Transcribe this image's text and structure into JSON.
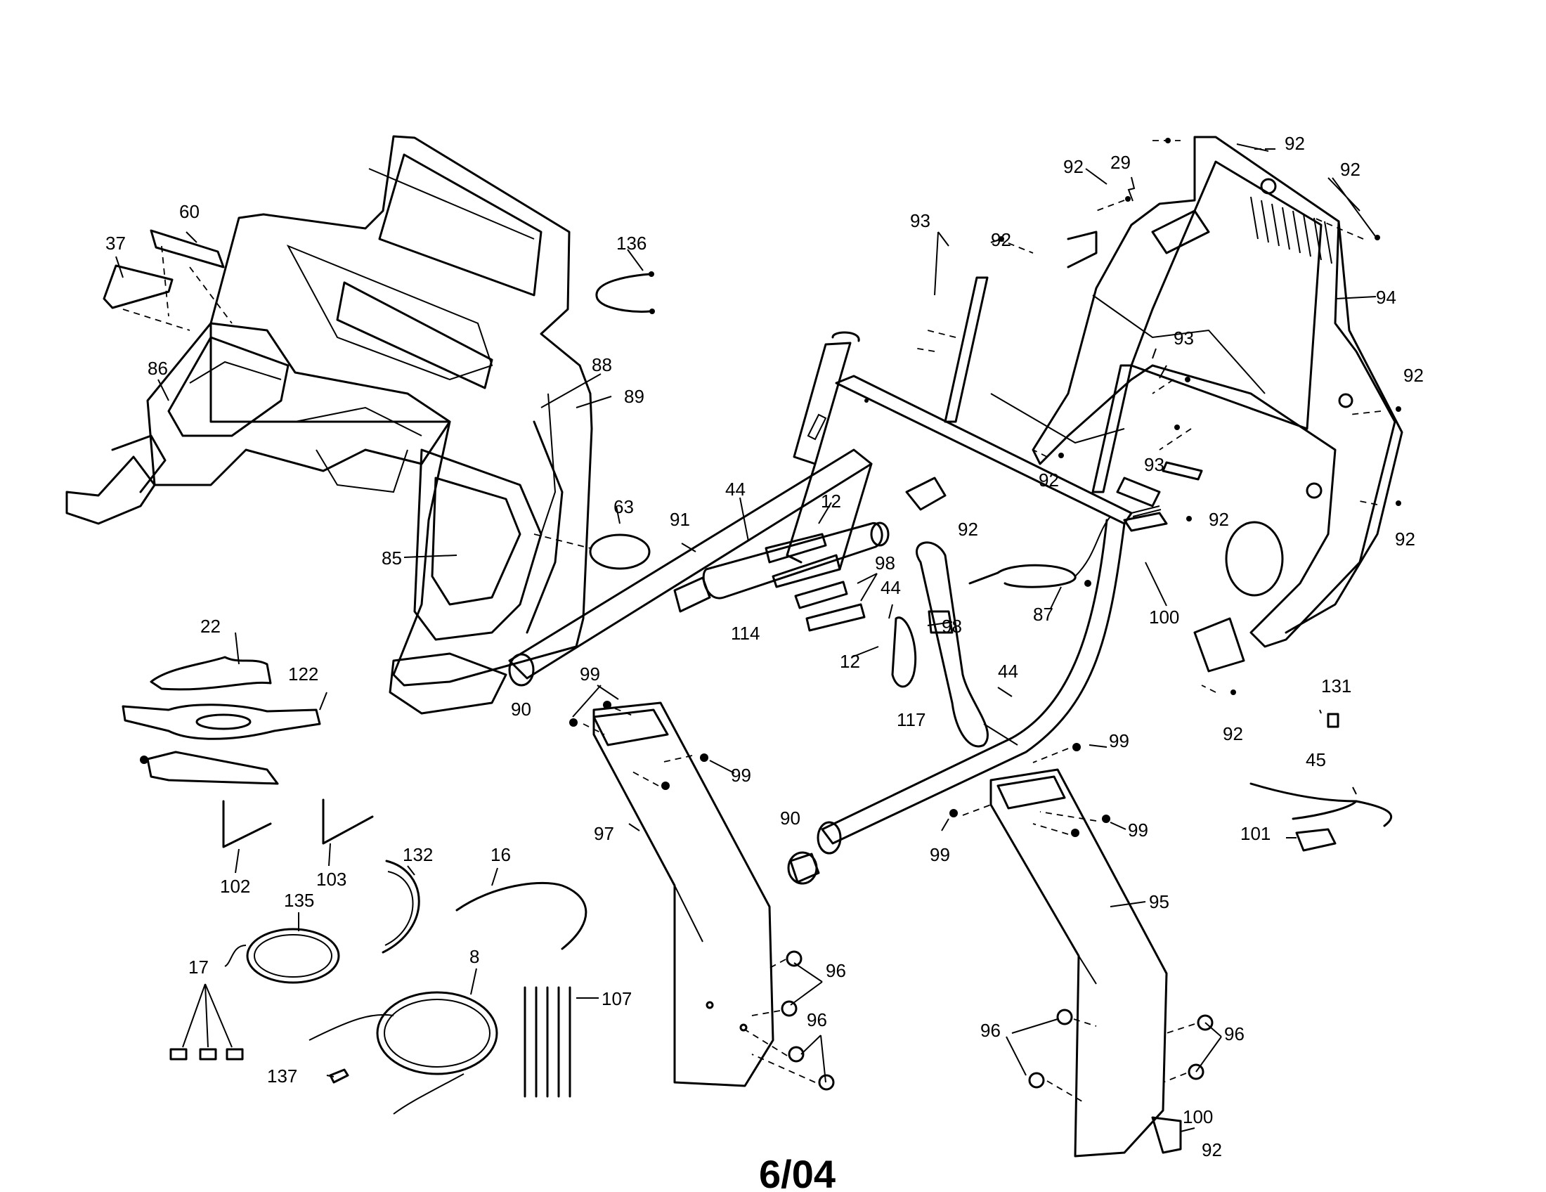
{
  "diagram": {
    "date_code": "6/04",
    "labels": {
      "p92_a": "92",
      "p92_b": "92",
      "p92_c": "92",
      "p92_d": "92",
      "p92_e": "92",
      "p92_f": "92",
      "p92_g": "92",
      "p92_h": "92",
      "p92_i": "92",
      "p92_j": "92",
      "p92_k": "92",
      "p29": "29",
      "p93_a": "93",
      "p93_b": "93",
      "p93_c": "93",
      "p94": "94",
      "p60": "60",
      "p37": "37",
      "p136": "136",
      "p86": "86",
      "p88": "88",
      "p89": "89",
      "p63": "63",
      "p85": "85",
      "p91": "91",
      "p44_a": "44",
      "p44_b": "44",
      "p44_c": "44",
      "p12_a": "12",
      "p12_b": "12",
      "p98_a": "98",
      "p98_b": "98",
      "p114": "114",
      "p87": "87",
      "p100_a": "100",
      "p100_b": "100",
      "p90_a": "90",
      "p90_b": "90",
      "p117": "117",
      "p22": "22",
      "p122": "122",
      "p99_a": "99",
      "p99_b": "99",
      "p99_c": "99",
      "p99_d": "99",
      "p99_e": "99",
      "p131": "131",
      "p45": "45",
      "p101": "101",
      "p97": "97",
      "p102": "102",
      "p103": "103",
      "p132": "132",
      "p16": "16",
      "p135": "135",
      "p17": "17",
      "p8": "8",
      "p107": "107",
      "p137": "137",
      "p96_a": "96",
      "p96_b": "96",
      "p96_c": "96",
      "p96_d": "96",
      "p95": "95"
    }
  }
}
